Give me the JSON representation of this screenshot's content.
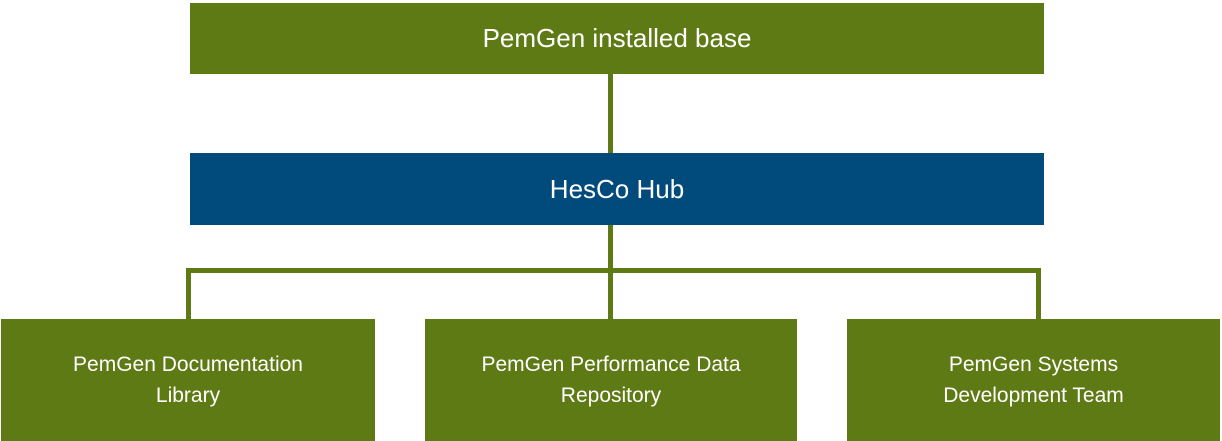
{
  "diagram": {
    "top_node": {
      "label": "PemGen installed base"
    },
    "hub_node": {
      "label": "HesCo Hub"
    },
    "children": [
      {
        "line1": "PemGen Documentation",
        "line2": "Library"
      },
      {
        "line1": "PemGen Performance Data",
        "line2": "Repository"
      },
      {
        "line1": "PemGen Systems",
        "line2": "Development Team"
      }
    ]
  },
  "colors": {
    "green": "#5e7a14",
    "blue": "#004a7c",
    "text": "#ffffff"
  }
}
